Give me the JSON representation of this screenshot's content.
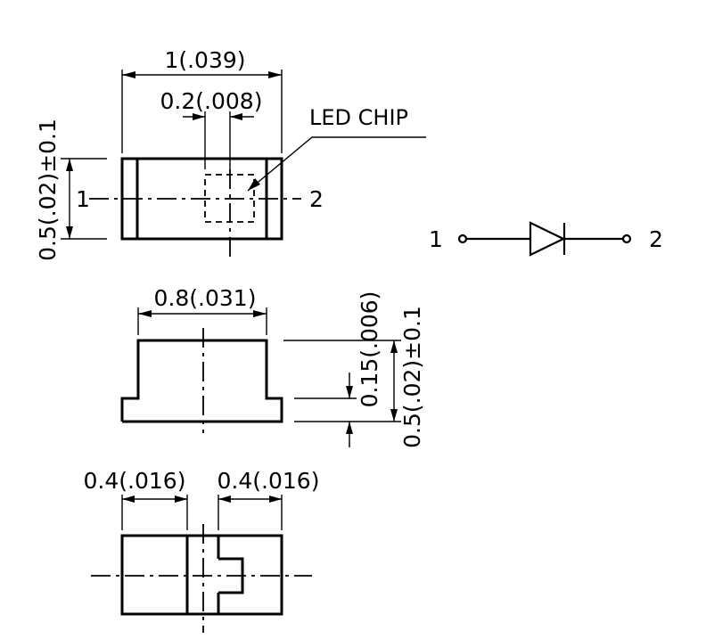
{
  "top_view": {
    "width_label": "1(.039)",
    "chip_width_label": "0.2(.008)",
    "height_label": "0.5(.02)±0.1",
    "chip_label": "LED CHIP",
    "pin1": "1",
    "pin2": "2"
  },
  "side_view": {
    "top_width_label": "0.8(.031)",
    "step_height_label": "0.15(.006)",
    "total_height_label": "0.5(.02)±0.1"
  },
  "bottom_view": {
    "left_pad_label": "0.4(.016)",
    "right_pad_label": "0.4(.016)"
  },
  "schematic": {
    "pin1": "1",
    "pin2": "2"
  }
}
